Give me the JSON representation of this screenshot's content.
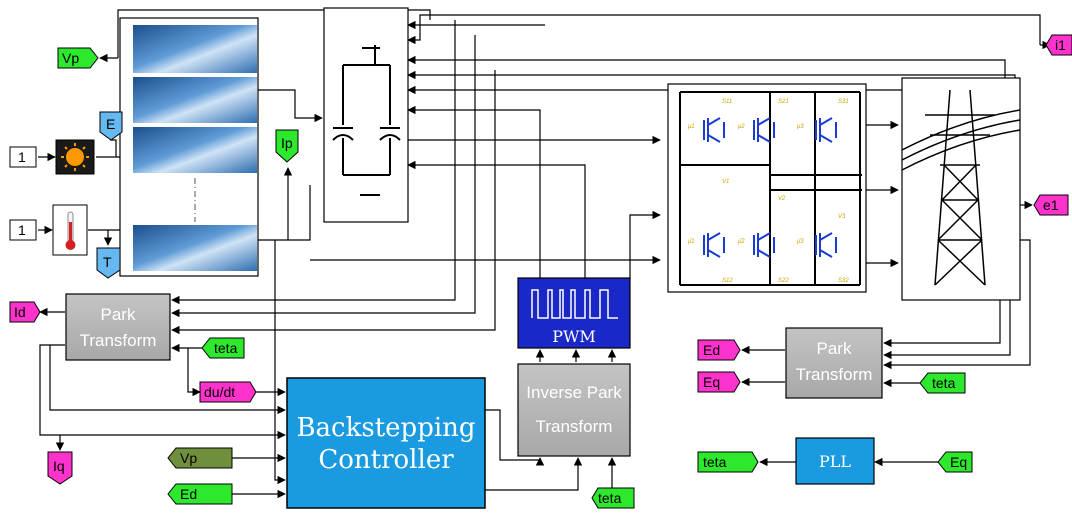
{
  "colors": {
    "green_tag": "#2ee82e",
    "dark_green_tag": "#6f8f3c",
    "pink_tag": "#ff33cc",
    "blue_tag": "#66b8f0",
    "controller_blue": "#1a9ae0",
    "pwm_navy": "#1a28c8",
    "pll_blue": "#1a9ae0",
    "gray_block": "#b4b4b4",
    "igbt_blue": "#1a3cd4"
  },
  "tags": {
    "vp_top": "Vp",
    "e_tag": "E",
    "ip_tag": "Ip",
    "t_tag": "T",
    "i1_tag": "i1",
    "e1_tag": "e1",
    "id_tag": "Id",
    "teta_park": "teta",
    "du_dt": "du/dt",
    "iq_tag": "Iq",
    "vp_ctrl": "Vp",
    "ed_ctrl": "Ed",
    "teta_inv": "teta",
    "ed_out": "Ed",
    "eq_out": "Eq",
    "teta_park2": "teta",
    "teta_pll_out": "teta",
    "eq_pll_in": "Eq"
  },
  "constants": {
    "irradiance": "1",
    "temperature": "1"
  },
  "blocks": {
    "park_left": [
      "Park",
      "Transform"
    ],
    "park_right": [
      "Park",
      "Transform"
    ],
    "inverse_park": [
      "Inverse Park",
      "Transform"
    ],
    "pwm": "PWM",
    "pll": "PLL",
    "controller": [
      "Backstepping",
      "Controller"
    ]
  },
  "inverter_labels": {
    "s11": "S11",
    "s21": "S21",
    "s31": "S31",
    "s12": "S12",
    "s22": "S22",
    "s32": "S32",
    "v1": "V1",
    "v2": "V2",
    "v3": "V3",
    "mu1": "μ1",
    "mu2": "μ2",
    "mu3": "μ3",
    "mu1b": "μ̄1",
    "mu2b": "μ̄2",
    "mu3b": "μ̄3"
  },
  "icons": [
    "sun-icon",
    "thermometer-icon",
    "pv-panel-icon",
    "capacitor-icon",
    "igbt-icon",
    "transmission-tower-icon",
    "square-wave-icon"
  ]
}
